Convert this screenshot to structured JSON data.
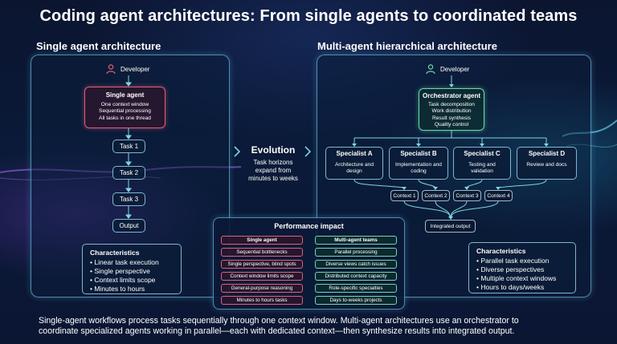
{
  "title": "Coding agent architectures: From single agents to coordinated teams",
  "single": {
    "heading": "Single agent architecture",
    "developer": "Developer",
    "agent_title": "Single agent",
    "agent_lines": [
      "One context window",
      "Sequential processing",
      "All tasks in one thread"
    ],
    "tasks": [
      "Task 1",
      "Task 2",
      "Task 3",
      "Output"
    ],
    "characteristics_title": "Characteristics",
    "characteristics": [
      "Linear task execution",
      "Single perspective",
      "Context limits scope",
      "Minutes to hours"
    ]
  },
  "evolution": {
    "title": "Evolution",
    "text": [
      "Task horizons",
      "expand from",
      "minutes to weeks"
    ]
  },
  "multi": {
    "heading": "Multi-agent hierarchical architecture",
    "developer": "Developer",
    "orchestrator_title": "Orchestrator agent",
    "orchestrator_lines": [
      "Task decomposition",
      "Work distribution",
      "Result synthesis",
      "Quality control"
    ],
    "specialists": [
      {
        "title": "Specialist A",
        "lines": [
          "Architecture and",
          "design"
        ]
      },
      {
        "title": "Specialist B",
        "lines": [
          "Implementation and",
          "coding"
        ]
      },
      {
        "title": "Specialist C",
        "lines": [
          "Testing and",
          "validation"
        ]
      },
      {
        "title": "Specialist D",
        "lines": [
          "Review and docs"
        ]
      }
    ],
    "contexts": [
      "Context 1",
      "Context 2",
      "Context 3",
      "Context 4"
    ],
    "integrated": "Integrated output",
    "characteristics_title": "Characteristics",
    "characteristics": [
      "Parallel task execution",
      "Diverse perspectives",
      "Multiple context windows",
      "Hours to days/weeks"
    ]
  },
  "performance": {
    "title": "Performance impact",
    "single_header": "Single agent",
    "multi_header": "Multi-agent teams",
    "rows": [
      [
        "Sequential bottlenecks",
        "Parallel processing"
      ],
      [
        "Single perspective, blind spots",
        "Diverse views catch issues"
      ],
      [
        "Context window limits scope",
        "Distributed context capacity"
      ],
      [
        "General-purpose reasoning",
        "Role-specific specialties"
      ],
      [
        "Minutes to hours tasks",
        "Days to-weeks projects"
      ]
    ]
  },
  "caption": [
    "Single-agent workflows process tasks sequentially through one context window. Multi-agent architectures use an orchestrator to",
    "coordinate specialized agents working in parallel—each with dedicated context—then synthesize results into integrated output."
  ],
  "colors": {
    "red": "#e0607a",
    "green": "#6ddaa8",
    "panel_border": "#78c8e6",
    "arrow": "#7fd4e0"
  },
  "icons": [
    "developer-icon",
    "chevron-right-icon",
    "arrow-down-icon"
  ]
}
